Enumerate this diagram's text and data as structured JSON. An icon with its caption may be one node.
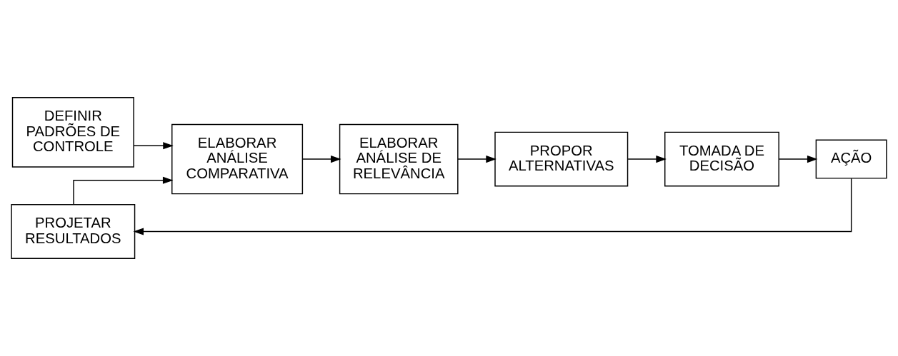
{
  "diagram": {
    "nodes": [
      {
        "text": [
          "DEFINIR PADRÕES DE CONTROLE"
        ]
      },
      {
        "text": [
          "PROJETAR RESULTADOS"
        ]
      },
      {
        "text": [
          "ELABORAR ANÁLISE COMPARATIVA"
        ]
      },
      {
        "text": [
          "ELABORAR ANÁLISE DE RELEVÂNCIA"
        ]
      },
      {
        "text": [
          "PROPOR ALTERNATIVAS"
        ]
      },
      {
        "text": [
          "TOMADA DE DECISÃO"
        ]
      },
      {
        "text": [
          "AÇÃO"
        ]
      }
    ],
    "edges": [
      {
        "from": 0,
        "to": 2,
        "arrow": "to"
      },
      {
        "from": 1,
        "to": 2,
        "arrow": "to"
      },
      {
        "from": 2,
        "to": 3,
        "arrow": "to"
      },
      {
        "from": 3,
        "to": 4,
        "arrow": "to"
      },
      {
        "from": 4,
        "to": 5,
        "arrow": "to"
      },
      {
        "from": 5,
        "to": 6,
        "arrow": "to"
      },
      {
        "from": 6,
        "to": 1,
        "arrow": "to"
      }
    ]
  }
}
